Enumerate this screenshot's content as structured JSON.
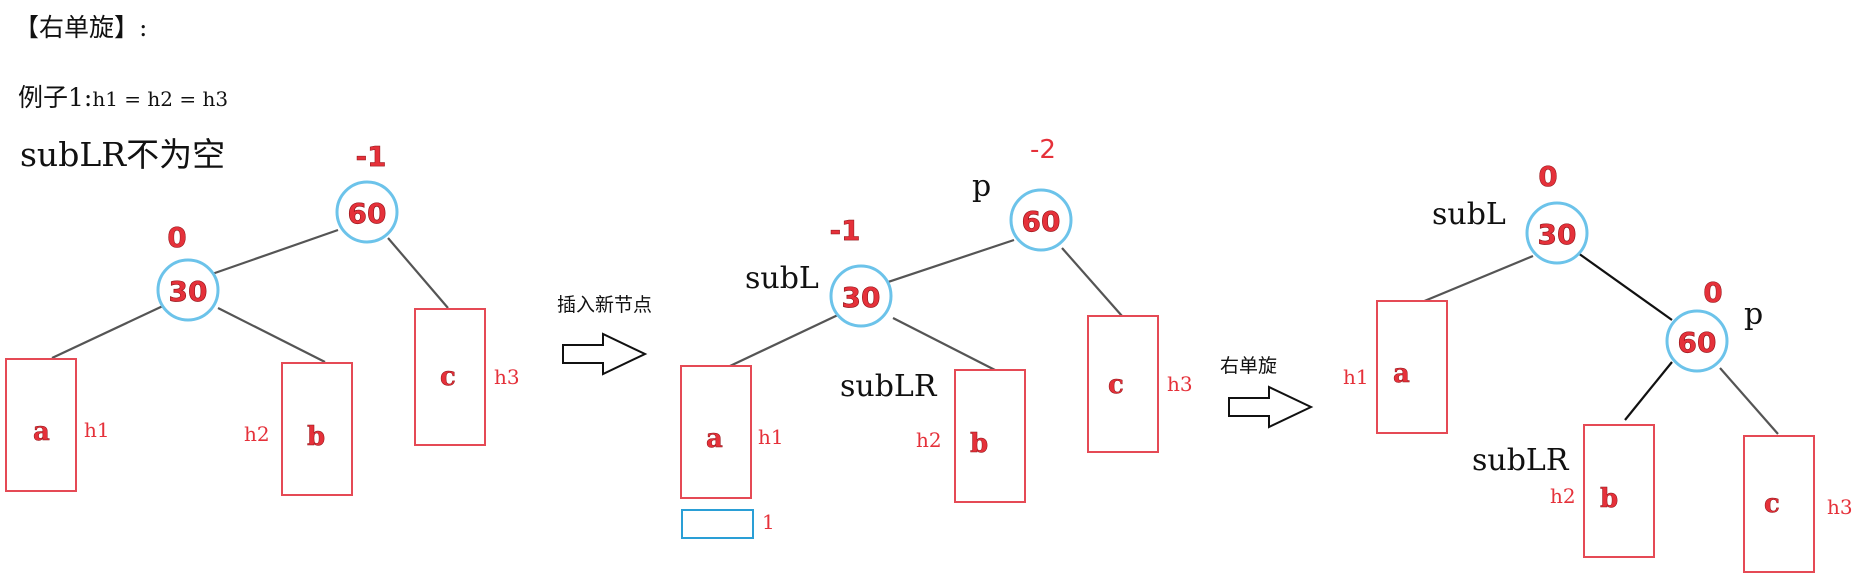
{
  "heading": {
    "title": "【右单旋】:",
    "example_prefix": "例子1:",
    "example_condition": "h1 = h2 = h3",
    "subtitle": "subLR不为空"
  },
  "diagram_before": {
    "root_value": "60",
    "root_bf": "-1",
    "left_value": "30",
    "left_bf": "0",
    "subtree_a": "a",
    "subtree_a_height": "h1",
    "subtree_b": "b",
    "subtree_b_height": "h2",
    "subtree_c": "c",
    "subtree_c_height": "h3"
  },
  "step_insert": {
    "label": "插入新节点"
  },
  "diagram_after_insert": {
    "root_value": "60",
    "root_bf": "-2",
    "root_pointer": "p",
    "left_value": "30",
    "left_bf": "-1",
    "left_pointer": "subL",
    "subLR_pointer": "subLR",
    "subtree_a": "a",
    "subtree_a_height": "h1",
    "subtree_b": "b",
    "subtree_b_height": "h2",
    "subtree_c": "c",
    "subtree_c_height": "h3",
    "new_node_height": "1"
  },
  "step_rotate": {
    "label": "右单旋"
  },
  "diagram_after_rotate": {
    "root_value": "30",
    "root_bf": "0",
    "root_pointer": "subL",
    "right_value": "60",
    "right_bf": "0",
    "right_pointer": "p",
    "subLR_pointer": "subLR",
    "subtree_a": "a",
    "subtree_a_height": "h1",
    "subtree_b": "b",
    "subtree_b_height": "h2",
    "subtree_c": "c",
    "subtree_c_height": "h3"
  },
  "colors": {
    "node_ring": "#6cc3ea",
    "node_text": "#e5313a",
    "subtree_border": "#e54a55",
    "new_node_border": "#2a9fd6"
  }
}
